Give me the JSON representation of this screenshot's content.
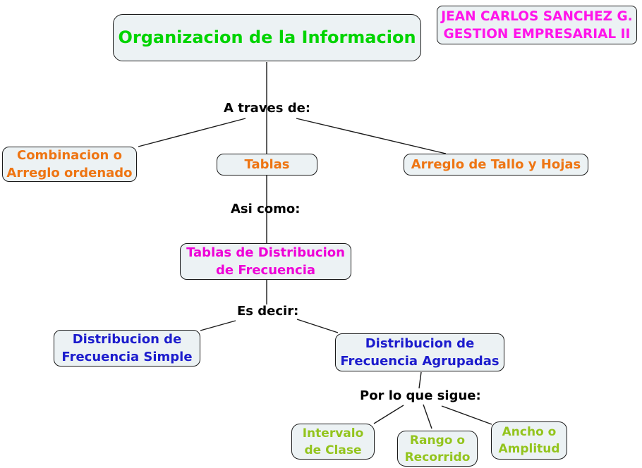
{
  "palette": {
    "background": "#ffffff",
    "node_bg": "#ecf2f4",
    "node_border": "#1a1a1a",
    "line_color": "#1a1a1a",
    "label_color": "#000000",
    "title_green": "#00d400",
    "credit_magenta": "#ff14ea",
    "orange": "#ee7513",
    "magenta": "#ee00d7",
    "blue": "#1c1ccd",
    "yellow_green": "#93c41d"
  },
  "title": {
    "text": "Organizacion de la Informacion"
  },
  "credit": {
    "text": "JEAN CARLOS SANCHEZ G.\nGESTION EMPRESARIAL II"
  },
  "connector_labels": {
    "a_traves": "A traves de:",
    "asi_como": "Asi como:",
    "es_decir": "Es decir:",
    "por_lo_que_sigue": "Por lo que sigue:"
  },
  "nodes": {
    "combinacion": "Combinacion o\nArreglo ordenado",
    "tablas": "Tablas",
    "arreglo_tallo_hojas": "Arreglo de Tallo y Hojas",
    "tablas_distribucion_frecuencia": "Tablas de Distribucion\nde Frecuencia",
    "frecuencia_simple": "Distribucion de\nFrecuencia Simple",
    "frecuencia_agrupadas": "Distribucion de\nFrecuencia Agrupadas",
    "intervalo_clase": "Intervalo\nde Clase",
    "rango_recorrido": "Rango o\nRecorrido",
    "ancho_amplitud": "Ancho o\nAmplitud"
  }
}
